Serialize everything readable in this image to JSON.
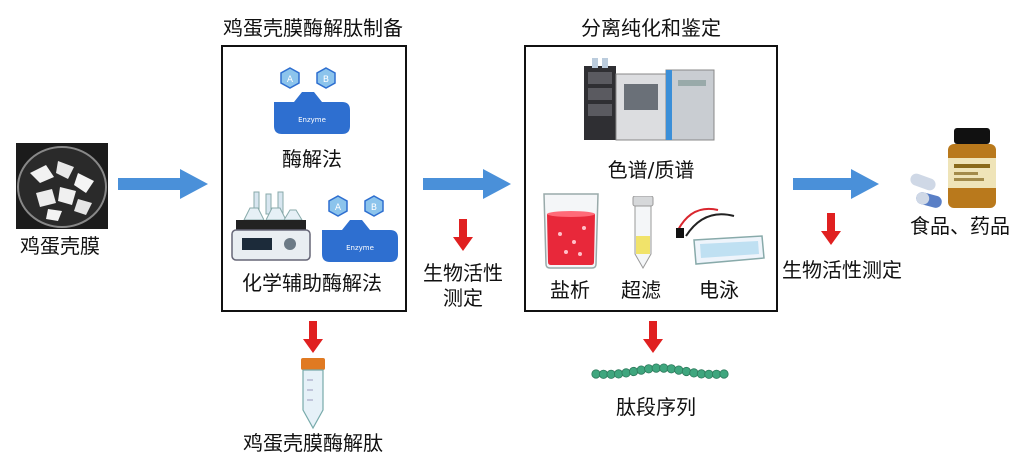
{
  "membrane": {
    "label": "鸡蛋壳膜"
  },
  "prep": {
    "title": "鸡蛋壳膜酶解肽制备",
    "enzyme": {
      "text": "Enzyme",
      "substrate_a": "A",
      "substrate_b": "B"
    },
    "method1": "酶解法",
    "method2": "化学辅助酶解法"
  },
  "assay1": {
    "line1": "生物活性",
    "line2": "测定"
  },
  "peptide": {
    "label": "鸡蛋壳膜酶解肽"
  },
  "purify": {
    "title": "分离纯化和鉴定",
    "chromatography": "色谱/质谱",
    "salting": "盐析",
    "ultrafiltration": "超滤",
    "electrophoresis": "电泳"
  },
  "sequence": {
    "label": "肽段序列"
  },
  "assay2": {
    "label": "生物活性测定"
  },
  "products": {
    "label": "食品、药品"
  },
  "colors": {
    "arrow_blue": "#4a90d9",
    "arrow_red": "#e02020",
    "enzyme_blue": "#2e6fd0",
    "substrate_blue": "#8cc4ec",
    "bead_green": "#3fa67e"
  }
}
